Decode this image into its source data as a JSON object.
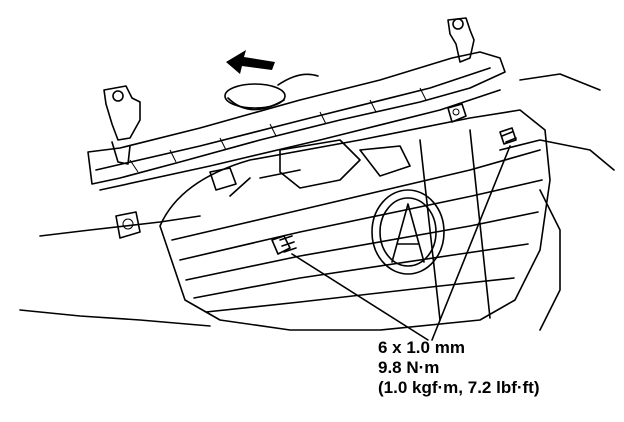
{
  "fastener_spec": {
    "size": "6 x 1.0 mm",
    "torque_nm": "9.8 N·m",
    "torque_alt": "(1.0 kgf·m, 7.2 lbf·ft)"
  },
  "colors": {
    "line": "#000000",
    "background": "#ffffff"
  },
  "icons": [
    "forward-arrow-icon",
    "acura-emblem-icon",
    "bolt-icon",
    "clip-icon"
  ]
}
